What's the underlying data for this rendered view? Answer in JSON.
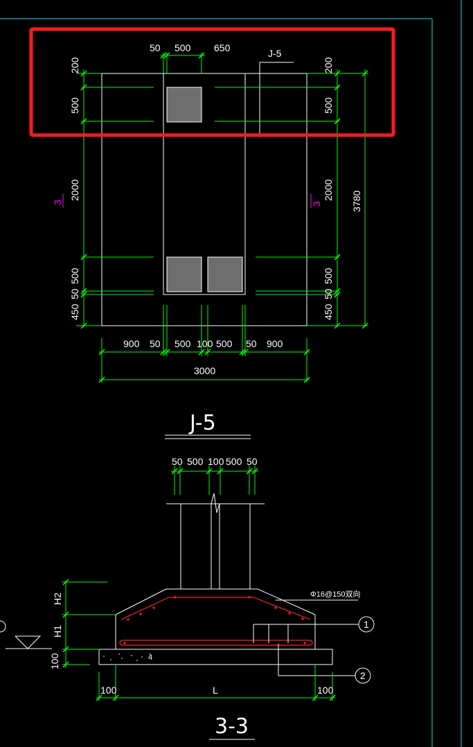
{
  "colors": {
    "background": "#000000",
    "outline": "#ffffff",
    "dimension": "#00ff00",
    "frame": "#00e5e5",
    "highlight": "#ff1a1a",
    "rebar": "#ff2020",
    "section_mark": "#ff00ff",
    "column": "#6e6e6e"
  },
  "plan": {
    "label": "J-5",
    "title": "J-5",
    "section_mark": "3",
    "top_dims": [
      "50",
      "500",
      "650"
    ],
    "left_dims": [
      "200",
      "500",
      "2000",
      "500",
      "50",
      "450"
    ],
    "right_dims": [
      "200",
      "500",
      "2000",
      "500",
      "50",
      "450"
    ],
    "right_total": "3780",
    "bottom_dims": [
      "900",
      "50",
      "500",
      "100",
      "500",
      "50",
      "900"
    ],
    "bottom_total": "3000"
  },
  "section": {
    "title": "3-3",
    "top_dims": [
      "50",
      "500",
      "100",
      "500",
      "50"
    ],
    "left_dims": [
      "H2",
      "H1",
      "100"
    ],
    "bottom_dims": [
      "100",
      "L",
      "100"
    ],
    "rebar_note": "Φ16@150双向",
    "callout_1": "1",
    "callout_2": "2"
  }
}
